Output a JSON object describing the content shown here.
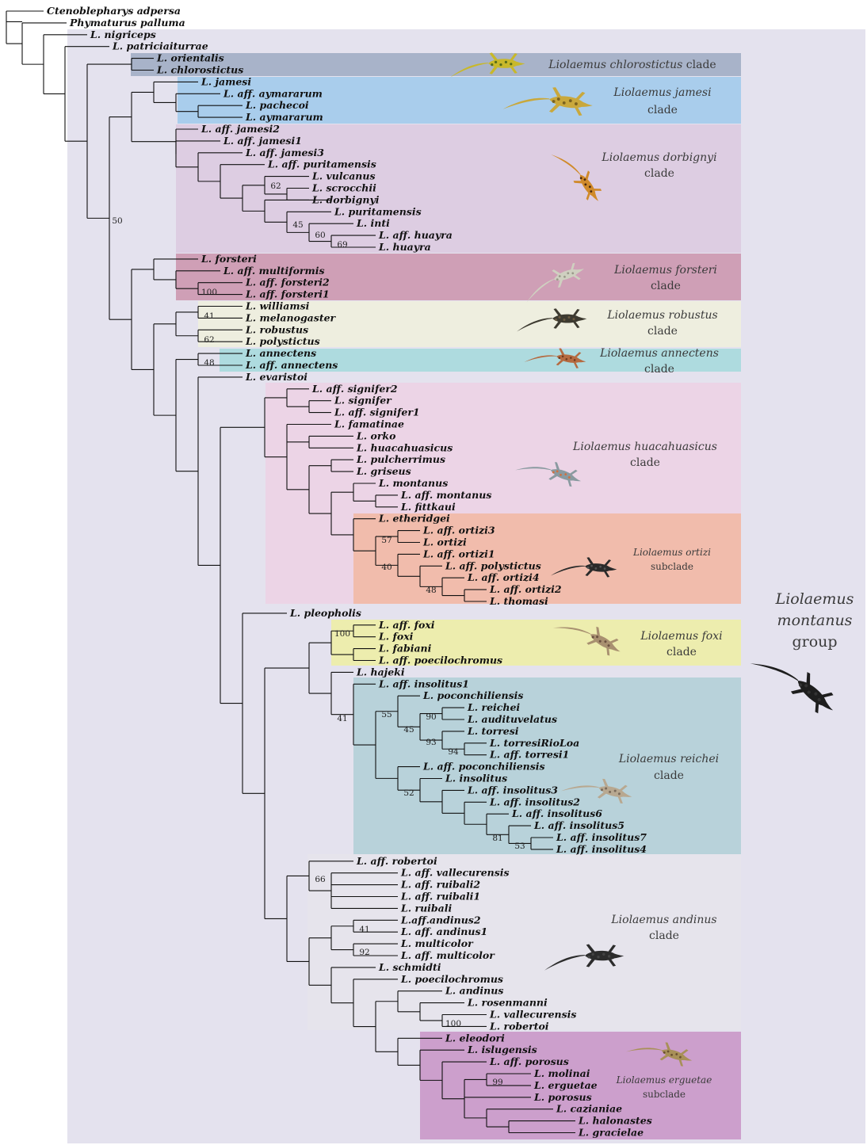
{
  "taxa": [
    "Ctenoblepharys adpersa",
    "Phymaturus palluma",
    "L. nigriceps",
    "L. patriciaiturrae",
    "L. orientalis",
    "L. chlorostictus",
    "L. jamesi",
    "L. aff. aymararum",
    "L. pachecoi",
    "L. aymararum",
    "L. aff. jamesi2",
    "L. aff. jamesi1",
    "L. aff. jamesi3",
    "L. aff. puritamensis",
    "L. vulcanus",
    "L. scrocchii",
    "L. dorbignyi",
    "L. puritamensis",
    "L. inti",
    "L. aff. huayra",
    "L. huayra",
    "L. forsteri",
    "L. aff. multiformis",
    "L. aff. forsteri2",
    "L. aff. forsteri1",
    "L. williamsi",
    "L. melanogaster",
    "L. robustus",
    "L. polystictus",
    "L. annectens",
    "L. aff. annectens",
    "L. evaristoi",
    "L. aff. signifer2",
    "L. signifer",
    "L. aff. signifer1",
    "L. famatinae",
    "L. orko",
    "L. huacahuasicus",
    "L. pulcherrimus",
    "L. griseus",
    "L. montanus",
    "L. aff. montanus",
    "L. fittkaui",
    "L. etheridgei",
    "L. aff. ortizi3",
    "L. ortizi",
    "L. aff. ortizi1",
    "L. aff. polystictus",
    "L. aff. ortizi4",
    "L. aff. ortizi2",
    "L. thomasi",
    "L. pleopholis",
    "L. aff. foxi",
    "L. foxi",
    "L. fabiani",
    "L. aff. poecilochromus",
    "L. hajeki",
    "L. aff. insolitus1",
    "L. poconchiliensis",
    "L. reichei",
    "L. audituvelatus",
    "L. torresi",
    "L. torresiRioLoa",
    "L. aff. torresi1",
    "L. aff. poconchiliensis",
    "L. insolitus",
    "L. aff. insolitus3",
    "L. aff. insolitus2",
    "L. aff. insolitus6",
    "L. aff. insolitus5",
    "L. aff. insolitus7",
    "L. aff. insolitus4",
    "L. aff. robertoi",
    "L. aff. vallecurensis",
    "L. aff. ruibali2",
    "L. aff. ruibali1",
    "L. ruibali",
    "L.aff.andinus2",
    "L. aff. andinus1",
    "L. multicolor",
    "L. aff. multicolor",
    "L. schmidti",
    "L. poecilochromus",
    "L. andinus",
    "L. rosenmanni",
    "L. vallecurensis",
    "L. robertoi",
    "L. eleodori",
    "L. islugensis",
    "L. aff. porosus",
    "L. molinai",
    "L. erguetae",
    "L. porosus",
    "L. cazianiae",
    "L. halonastes",
    "L. gracielae"
  ],
  "supports": [
    "50",
    "62",
    "45",
    "60",
    "69",
    "100",
    "41",
    "62",
    "48",
    "57",
    "40",
    "48",
    "100",
    "41",
    "55",
    "45",
    "90",
    "93",
    "94",
    "52",
    "81",
    "53",
    "66",
    "41",
    "92",
    "100",
    "99"
  ],
  "clades": {
    "chlorostictus": {
      "name": "Liolaemus chlorostictus",
      "word": "clade"
    },
    "jamesi": {
      "name": "Liolaemus jamesi",
      "word": "clade"
    },
    "dorbignyi": {
      "name": "Liolaemus dorbignyi",
      "word": "clade"
    },
    "forsteri": {
      "name": "Liolaemus forsteri",
      "word": "clade"
    },
    "robustus": {
      "name": "Liolaemus robustus",
      "word": "clade"
    },
    "annectens": {
      "name": "Liolaemus annectens",
      "word": "clade"
    },
    "huacahuasicus": {
      "name": "Liolaemus huacahuasicus",
      "word": "clade"
    },
    "ortizi": {
      "name": "Liolaemus ortizi",
      "word": "subclade"
    },
    "foxi": {
      "name": "Liolaemus foxi",
      "word": "clade"
    },
    "reichei": {
      "name": "Liolaemus reichei",
      "word": "clade"
    },
    "andinus": {
      "name": "Liolaemus andinus",
      "word": "clade"
    },
    "erguetae": {
      "name": "Liolaemus erguetae",
      "word": "subclade"
    }
  },
  "group": {
    "line1": "Liolaemus",
    "line2": "montanus",
    "line3": "group"
  },
  "colors": {
    "group_bg": "#e4e2ee",
    "chlorostictus": "#a8b3c9",
    "jamesi": "#a9cdec",
    "dorbignyi": "#ddcde2",
    "forsteri": "#cf9fb6",
    "robustus": "#eeeedf",
    "annectens": "#aedbdf",
    "huacahuasicus": "#ecd4e6",
    "ortizi": "#f1bcac",
    "foxi": "#ededae",
    "reichei": "#b8d2da",
    "andinus": "#e6e4ec",
    "erguetae": "#cc9fcc"
  }
}
